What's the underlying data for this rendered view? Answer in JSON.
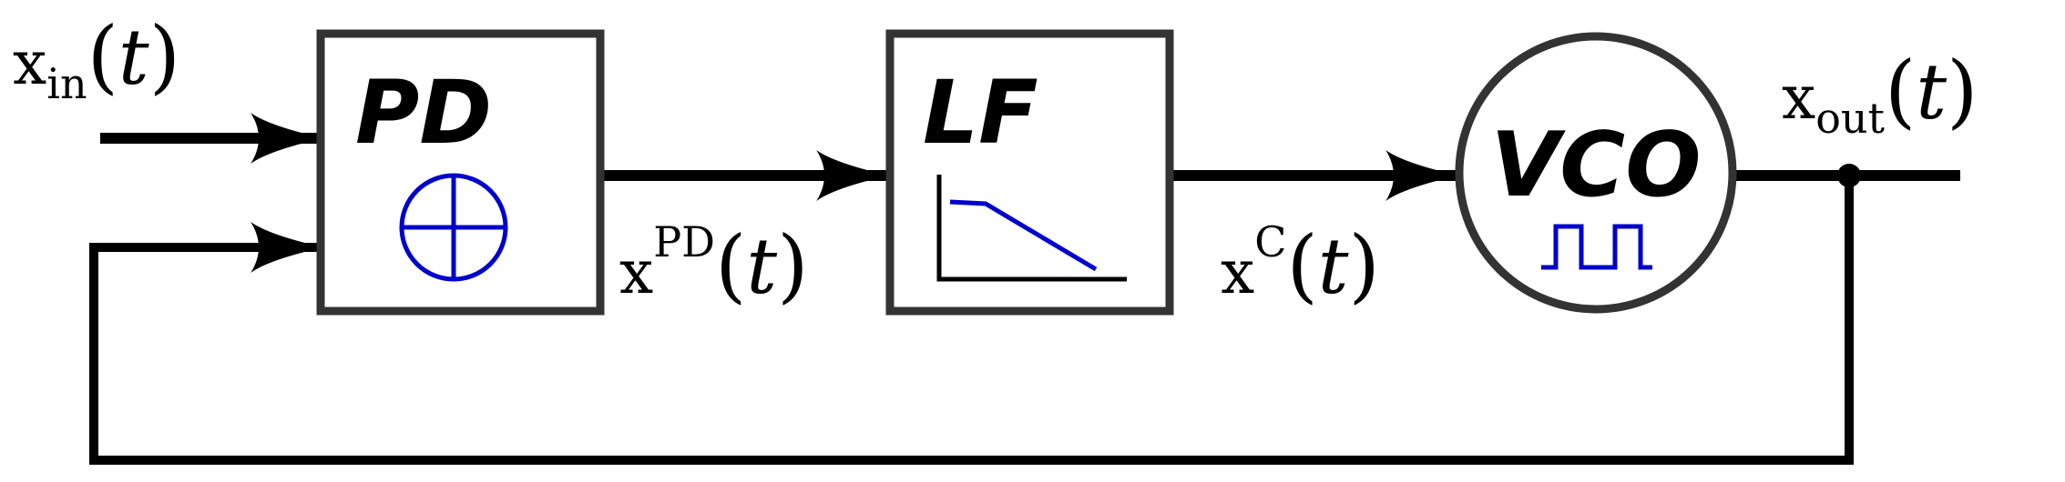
{
  "blocks": {
    "pd": {
      "label": "PD",
      "icon": "circle-cross-icon"
    },
    "lf": {
      "label": "LF",
      "icon": "lowpass-response-icon"
    },
    "vco": {
      "label": "VCO",
      "icon": "square-wave-icon"
    }
  },
  "signals": {
    "input": {
      "base": "x",
      "sub": "in",
      "arg": "t"
    },
    "pd_out": {
      "base": "x",
      "sup": "PD",
      "arg": "t"
    },
    "lf_out": {
      "base": "x",
      "sup": "C",
      "arg": "t"
    },
    "output": {
      "base": "x",
      "sub": "out",
      "arg": "t"
    }
  },
  "colors": {
    "line": "#000000",
    "box_border": "#333333",
    "icon": "#0000cc"
  }
}
